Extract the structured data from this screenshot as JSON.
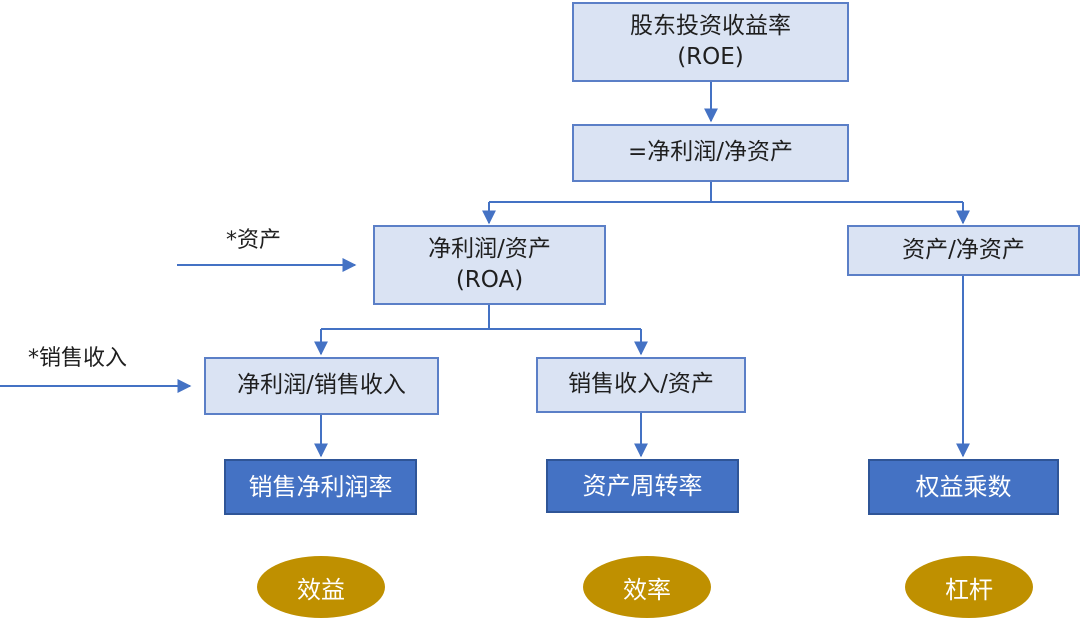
{
  "nodes": {
    "roe": {
      "line1": "股东投资收益率",
      "line2": "(ROE)"
    },
    "roe_formula": "=净利润/净资产",
    "roa": {
      "line1": "净利润/资产",
      "line2": "(ROA)"
    },
    "equity_multiplier_formula": "资产/净资产",
    "net_margin_formula": "净利润/销售收入",
    "asset_turnover_formula": "销售收入/资产"
  },
  "results": {
    "net_profit_margin": "销售净利润率",
    "asset_turnover": "资产周转率",
    "equity_multiplier": "权益乘数"
  },
  "categories": {
    "profitability": "效益",
    "efficiency": "效率",
    "leverage": "杠杆"
  },
  "side_labels": {
    "times_assets": "*资产",
    "times_sales": "*销售收入"
  },
  "colors": {
    "light_box": "#dae3f3",
    "dark_box": "#4472c4",
    "oval": "#bf9000",
    "arrow": "#4472c4"
  }
}
